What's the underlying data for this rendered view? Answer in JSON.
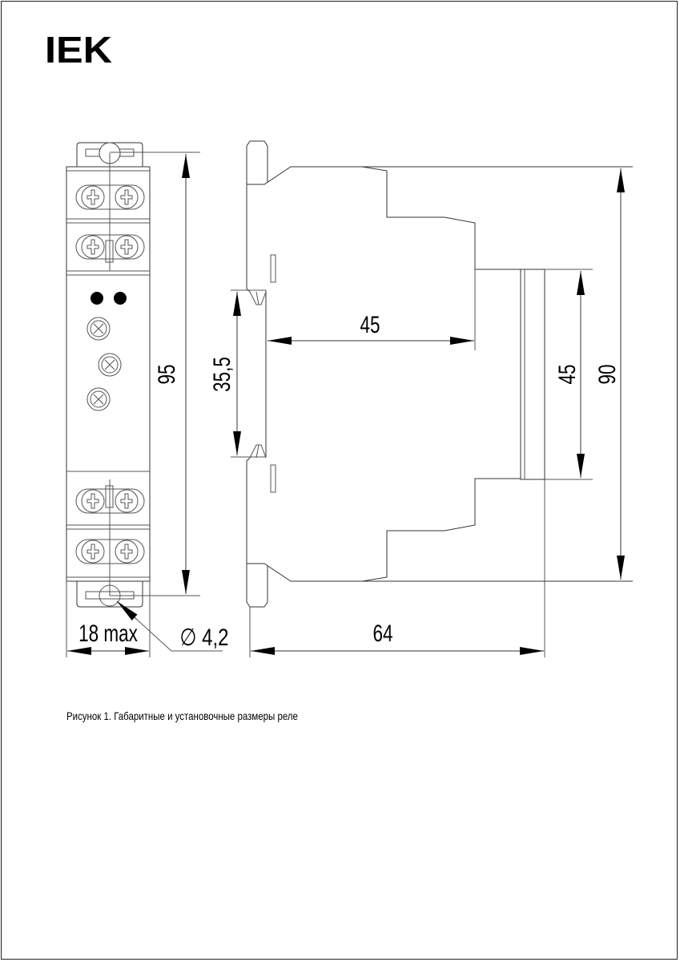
{
  "logo": {
    "text": "IEK"
  },
  "dimensions": {
    "height_front": "95",
    "width_front": "18 max",
    "hole_diameter": "∅ 4,2",
    "rail_height": "35,5",
    "depth_to_step": "45",
    "step_height": "45",
    "height_side": "90",
    "depth_total": "64"
  },
  "caption": "Рисунок 1. Габаритные и установочные размеры реле"
}
